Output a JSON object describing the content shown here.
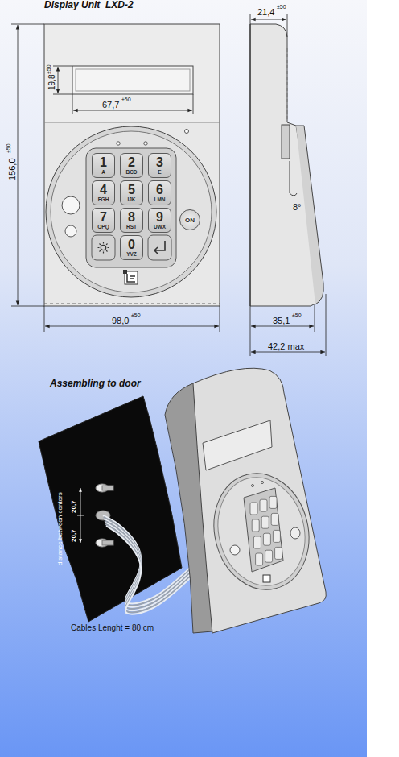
{
  "diagram": {
    "title": "Display Unit  LXD-2",
    "nodes": [
      {
        "text": [
          "1",
          "A"
        ]
      },
      {
        "text": [
          "2",
          "BCD"
        ]
      },
      {
        "text": [
          "3",
          "E"
        ]
      },
      {
        "text": [
          "4",
          "FGH"
        ]
      },
      {
        "text": [
          "5",
          "IJK"
        ]
      },
      {
        "text": [
          "6",
          "LMN"
        ]
      },
      {
        "text": [
          "7",
          "OPQ"
        ]
      },
      {
        "text": [
          "8",
          "RST"
        ]
      },
      {
        "text": [
          "9",
          "UWX"
        ]
      },
      {
        "text": [
          "0",
          "YVZ"
        ]
      },
      {
        "text": [
          "ON"
        ]
      }
    ],
    "labels": [
      "156,0",
      "±50",
      "19,8",
      "±50",
      "67,7",
      "±50",
      "98,0",
      "±50",
      "21,4",
      "±50",
      "8°",
      "35,1",
      "±50",
      "42,2 max",
      "Assembling to door",
      "distance between centers",
      "20,7",
      "20,7",
      "Cables Lenght = 80 cm"
    ]
  }
}
